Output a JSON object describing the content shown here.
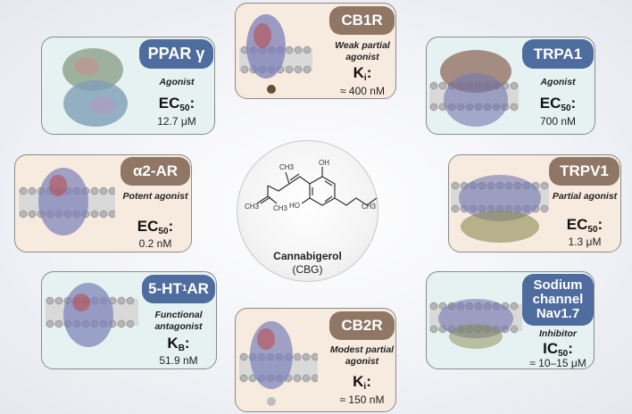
{
  "molecule": {
    "name": "Cannabigerol",
    "abbr": "(CBG)",
    "atoms": {
      "oh_top": "OH",
      "ho_left": "HO",
      "ch3_a": "CH3",
      "ch3_b": "CH3",
      "ch3_c": "CH3",
      "ch3_d": "CH3"
    }
  },
  "colors": {
    "blue_badge": "#4e6c9e",
    "tan_badge": "#8f7665",
    "blue_card": "#e5f2f1",
    "tan_card": "#f7ebdf"
  },
  "cards": {
    "cb1r": {
      "name": "CB1R",
      "role": "Weak partial agonist",
      "metric_main": "K",
      "metric_sub": "i",
      "value": "≈ 400 nM"
    },
    "ppar": {
      "name": "PPAR γ",
      "role": "Agonist",
      "metric_main": "EC",
      "metric_sub": "50",
      "value": "12.7 μM"
    },
    "trpa1": {
      "name": "TRPA1",
      "role": "Agonist",
      "metric_main": "EC",
      "metric_sub": "50",
      "value": "700 nM"
    },
    "a2ar": {
      "name": "α2-AR",
      "role": "Potent agonist",
      "metric_main": "EC",
      "metric_sub": "50",
      "value": "0.2 nM"
    },
    "trpv1": {
      "name": "TRPV1",
      "role": "Partial agonist",
      "metric_main": "EC",
      "metric_sub": "50",
      "value": "1.3 μM"
    },
    "ht1ar": {
      "name": "5-HT1AR",
      "name_main": "5-HT",
      "name_sub": "1",
      "name_tail": "AR",
      "role": "Functional antagonist",
      "metric_main": "K",
      "metric_sub": "B",
      "value": "51.9 nM"
    },
    "cb2r": {
      "name": "CB2R",
      "role": "Modest partial agonist",
      "metric_main": "K",
      "metric_sub": "i",
      "value": "≈ 150 nM"
    },
    "nav17": {
      "name": "Sodium channel Nav1.7",
      "name_l1": "Sodium",
      "name_l2": "channel",
      "name_l3": "Nav1.7",
      "role": "Inhibitor",
      "metric_main": "IC",
      "metric_sub": "50",
      "value": "≈ 10–15 μM"
    }
  }
}
